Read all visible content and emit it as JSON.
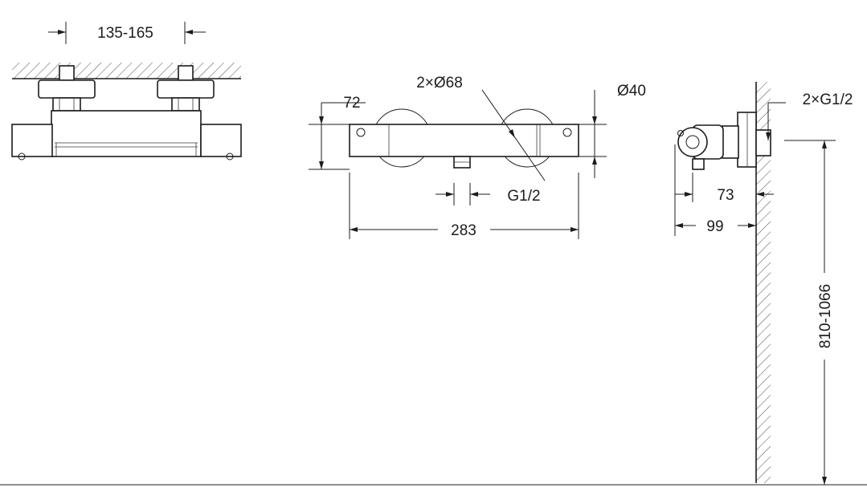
{
  "dimensions": {
    "inlet_spacing": "135-165",
    "body_height": "72",
    "handle_diameter": "2×Ø68",
    "body_diameter": "Ø40",
    "outlet_thread": "G1/2",
    "body_length": "283",
    "inlet_thread": "2×G1/2",
    "wall_to_body": "73",
    "wall_to_front": "99",
    "mounting_height": "810-1066"
  },
  "colors": {
    "line": "#1c1c1c",
    "background": "#ffffff"
  }
}
